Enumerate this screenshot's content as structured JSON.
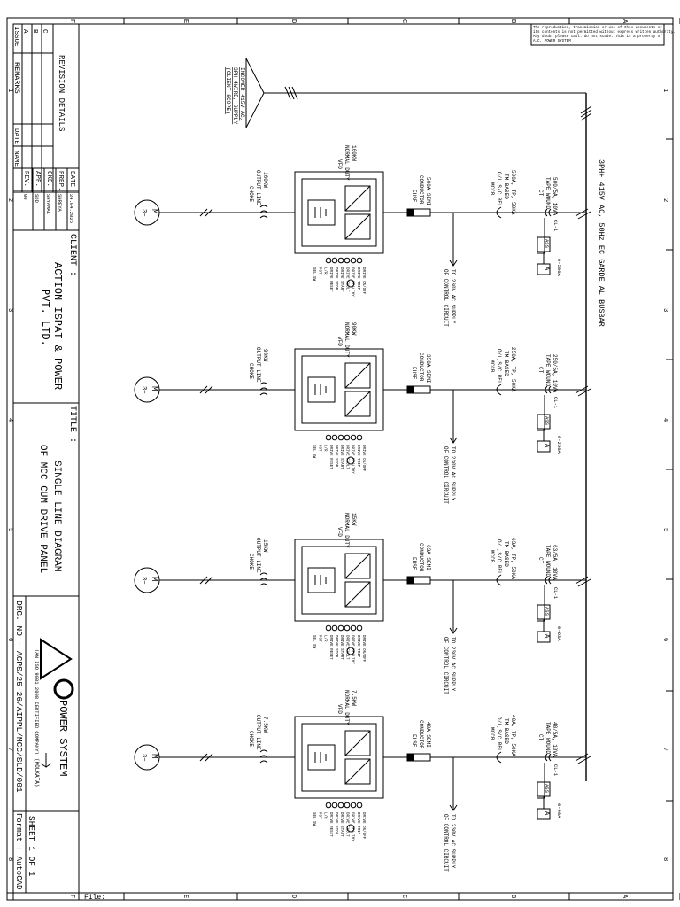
{
  "grid": {
    "cols": [
      "F",
      "E",
      "D",
      "C",
      "B",
      "A"
    ],
    "rows": [
      "1",
      "2",
      "3",
      "4",
      "5",
      "6",
      "7",
      "8"
    ]
  },
  "file_label": "File:",
  "copyright": [
    "The reproduction, transmission or use of this documents or",
    "its contents is not permitted without express written authority.",
    "Any doubt please call. do not scale. This is a property of",
    "A.C. POWER SYSTEM"
  ],
  "busbar": "3PH+ 415V AC, 50Hz EC GARDE AL BUSBAR",
  "incomer": [
    "INCOMER 415V AC,",
    "3PH 4WIRE, SUPPLY",
    "(CLIENT SCOPE)"
  ],
  "feeders": [
    {
      "ct": "500/5A, 10VA",
      "meter": "0-500A",
      "mccb": "500A, TP, 50KA",
      "vfd": "160KW",
      "fuse": "500A SEMI",
      "choke": "160KW"
    },
    {
      "ct": "250/5A, 10VA",
      "meter": "0-250A",
      "mccb": "250A, TP, 50KA",
      "vfd": "90KW",
      "fuse": "350A SEMI",
      "choke": "90KW"
    },
    {
      "ct": "63/5A, 10VA",
      "meter": "0-63A",
      "mccb": "63A, TP, 50KA",
      "vfd": "15KW",
      "fuse": "63A SEMI",
      "choke": "15KW"
    },
    {
      "ct": "40/5A, 10VA",
      "meter": "0-40A",
      "mccb": "40A, TP, 50KA",
      "vfd": "7.5KW",
      "fuse": "40A SEMI",
      "choke": "7.5KW"
    }
  ],
  "common": {
    "ct_type": [
      "TAPE WOUND",
      "CT"
    ],
    "cl": "CL-1",
    "ass": "ASS",
    "ammeter": "A",
    "mccb_rest": [
      "TM BASED",
      "O/L,S/C REL",
      "MCCB"
    ],
    "fuse_rest": [
      "CONDUCTOR",
      "FUSE"
    ],
    "vfd_rest": [
      "NORMAL DUTY",
      "VFD"
    ],
    "choke_rest": [
      "OUTPUT LINE",
      "CHOKE"
    ],
    "aux": [
      "TO 230V AC SUPPLY",
      "OF CONTROL CIRCUIT"
    ],
    "motor_m": "M",
    "motor_phase": "3~",
    "indic": [
      "DRIVE ON/OFF",
      "DRIVE TRIP",
      "DRIVE HEALTHY",
      "DRIVE FAULT",
      "DRIVE START",
      "DRIVE STOP",
      "DRIVE RESET",
      "L/R",
      "POT",
      "SEL SW"
    ]
  },
  "revision": {
    "heading": "REVISION DETAILS",
    "cols": [
      "ISSUE",
      "REMARKS",
      "DATE",
      "NAME"
    ],
    "rows": [
      "A",
      "B",
      "C"
    ]
  },
  "approval": {
    "labels": [
      "DATE",
      "PREP.",
      "CKD.",
      "APP.",
      "REV."
    ],
    "values": [
      "24.04.2025",
      "SHREYA",
      "SHYAMAL",
      "SDD",
      "00"
    ]
  },
  "client": {
    "label": "CLIENT :",
    "name": [
      "ACTION ISPAT & POWER",
      "PVT. LTD."
    ]
  },
  "title": {
    "label": "TITLE :",
    "text": [
      "SINGLE LINE DIAGRAM",
      "OF MCC CUM DRIVE PANEL"
    ]
  },
  "company": {
    "logo": "A",
    "name": "POWER SYSTEM",
    "city": "(KOLKATA)",
    "cert": "(AN ISO 9001:2008 CERTIFIED COMPANY)"
  },
  "drg_no": "DRG. NO - ACPS/25-26/AIPPL/MCC/SLD/001",
  "sheet": "SHEET 1 OF 1",
  "format": "Format : AutoCAD"
}
